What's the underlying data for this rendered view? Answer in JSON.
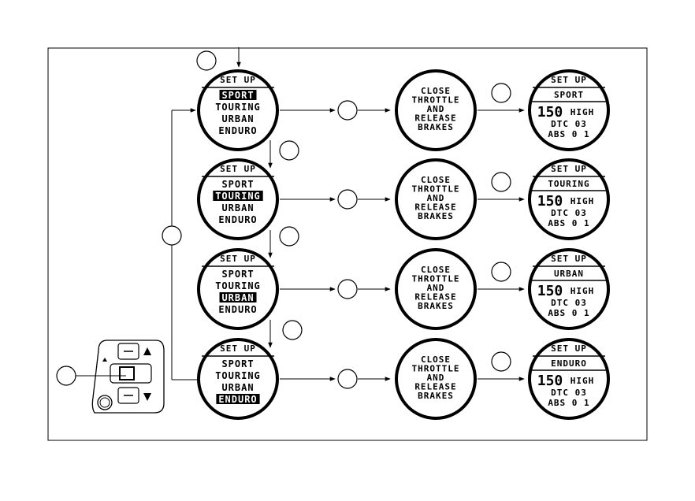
{
  "setup_header": "SET UP",
  "modes": [
    "SPORT",
    "TOURING",
    "URBAN",
    "ENDURO"
  ],
  "action_lines": [
    "CLOSE",
    "THROTTLE",
    "AND",
    "RELEASE",
    "BRAKES"
  ],
  "result": {
    "header": "SET UP",
    "power_value": "150",
    "power_level": "HIGH",
    "dtc": "DTC 03",
    "abs": "ABS 0 1"
  },
  "switch_icons": [
    "up-arrow-icon",
    "down-arrow-icon",
    "set-button-icon"
  ]
}
